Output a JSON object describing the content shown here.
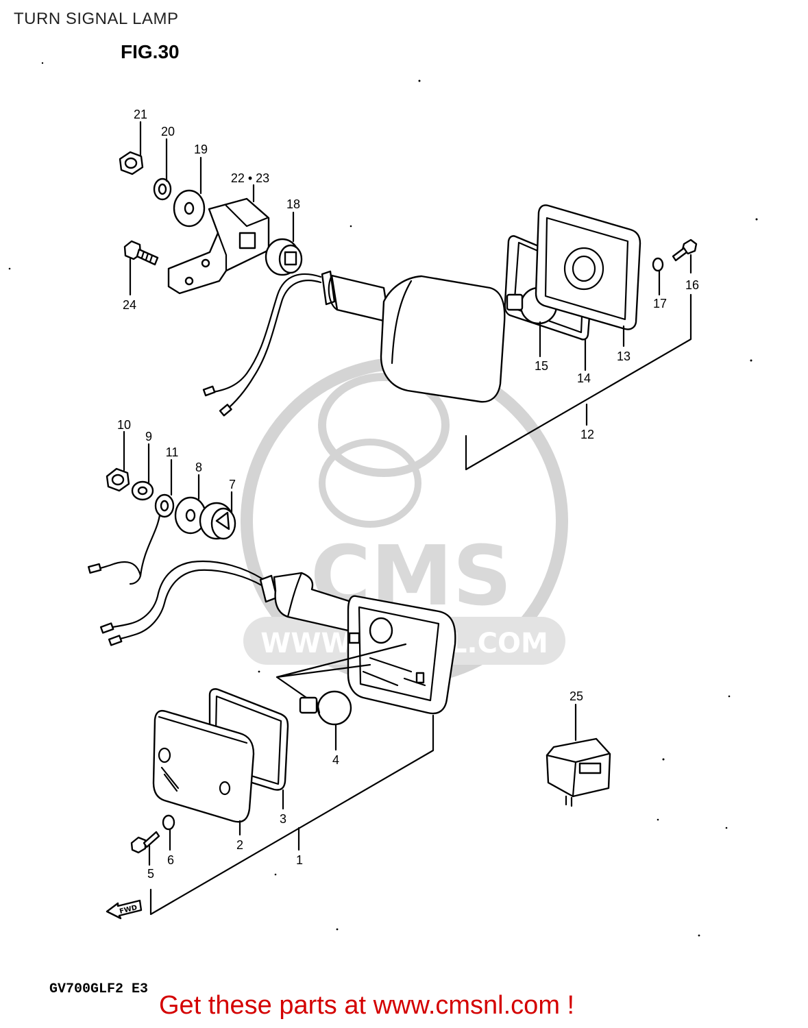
{
  "header": {
    "title": "TURN SIGNAL LAMP",
    "figure": "FIG.30"
  },
  "footer": {
    "model": "GV700GLF2  E3",
    "cta": "Get these parts at www.cmsnl.com !"
  },
  "watermark": {
    "brand": "CMS",
    "url": "WWW.CMSNL.COM"
  },
  "fwd_label": "FWD",
  "callouts": {
    "c1": "1",
    "c2": "2",
    "c3": "3",
    "c4": "4",
    "c5": "5",
    "c6": "6",
    "c7": "7",
    "c8": "8",
    "c9": "9",
    "c10": "10",
    "c11": "11",
    "c12": "12",
    "c13": "13",
    "c14": "14",
    "c15": "15",
    "c16": "16",
    "c17": "17",
    "c18": "18",
    "c19": "19",
    "c20": "20",
    "c21": "21",
    "c22_23": "22 • 23",
    "c24": "24",
    "c25": "25"
  },
  "colors": {
    "cta": "#d40000",
    "line": "#000000",
    "watermark": "#d4d4d4"
  }
}
